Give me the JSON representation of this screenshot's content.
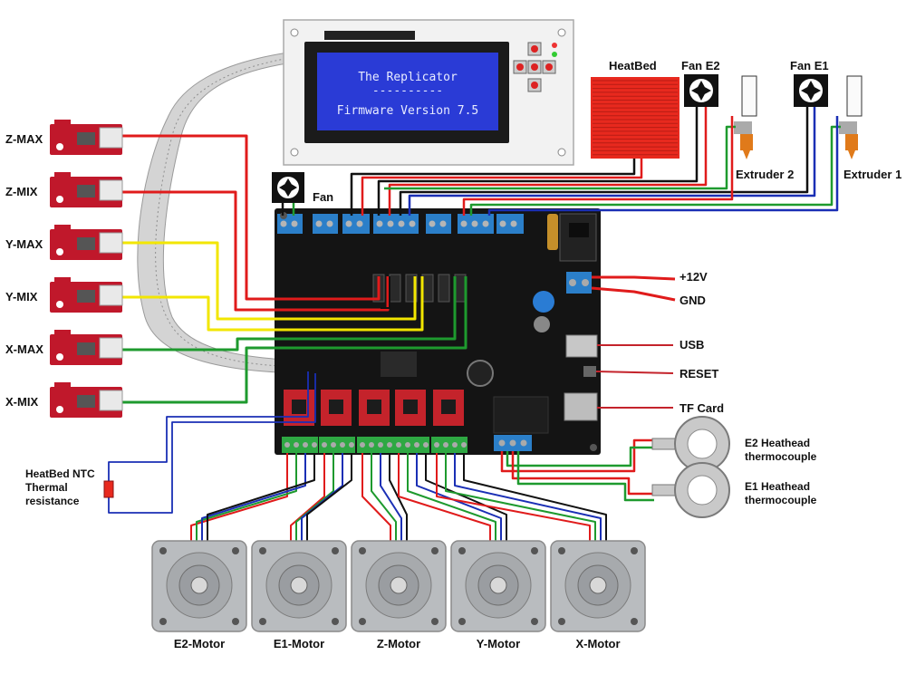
{
  "lcd": {
    "line1": "The Replicator",
    "line2": "Firmware Version 7.5",
    "dashes": "----------"
  },
  "endstops": [
    {
      "label": "Z-MAX",
      "wire": "#e01b1b"
    },
    {
      "label": "Z-MIX",
      "wire": "#e01b1b"
    },
    {
      "label": "Y-MAX",
      "wire": "#f2e600"
    },
    {
      "label": "Y-MIX",
      "wire": "#f2e600"
    },
    {
      "label": "X-MAX",
      "wire": "#1e9a2e"
    },
    {
      "label": "X-MIX",
      "wire": "#1e9a2e"
    }
  ],
  "top_components": {
    "heatbed": "HeatBed",
    "fan_e2": "Fan E2",
    "fan_e1": "Fan E1",
    "extruder2": "Extruder 2",
    "extruder1": "Extruder 1",
    "fan": "Fan"
  },
  "right_labels": {
    "v12": "+12V",
    "gnd": "GND",
    "usb": "USB",
    "reset": "RESET",
    "tf": "TF Card"
  },
  "thermocouples": {
    "e2": "E2 Heathead thermocouple",
    "e1": "E1 Heathead thermocouple"
  },
  "ntc": "HeatBed NTC Thermal resistance",
  "motors": [
    "E2-Motor",
    "E1-Motor",
    "Z-Motor",
    "Y-Motor",
    "X-Motor"
  ],
  "colors": {
    "board": "#141414",
    "red_wire": "#e01b1b",
    "yellow_wire": "#f2e600",
    "green_wire": "#1e9a2e",
    "blue_wire": "#1a2fb5",
    "black_wire": "#111111",
    "lcd_bg": "#2a3bd6",
    "driver_red": "#c4232b",
    "terminal_blue": "#2b7fc9",
    "terminal_green": "#2ea843",
    "heatbed_red": "#e8291e",
    "motor_silver": "#b9bcbf"
  }
}
